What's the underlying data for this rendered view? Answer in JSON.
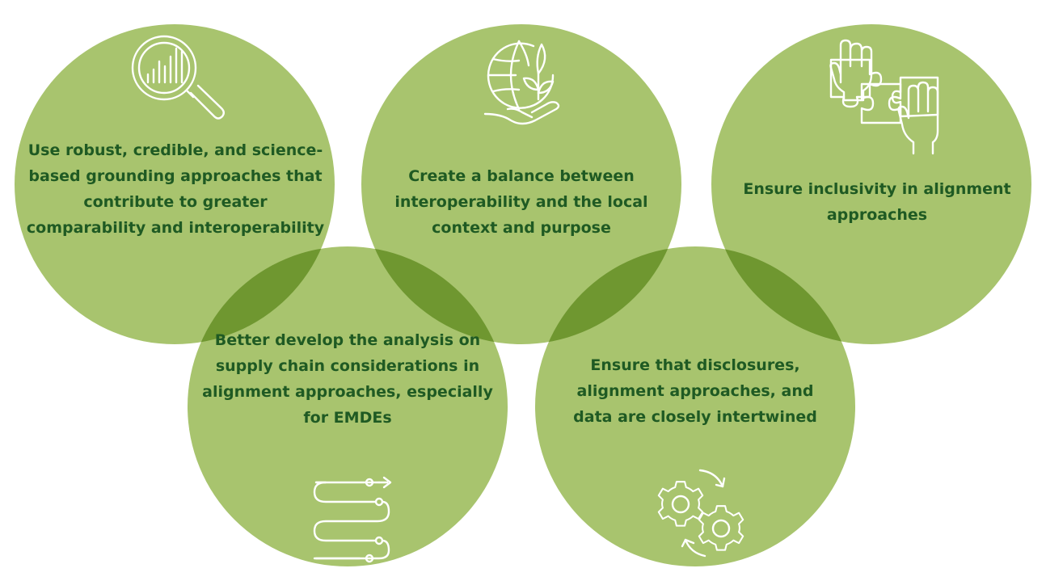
{
  "colors": {
    "circle_fill": "#a8c46e",
    "text": "#1f5a23",
    "icon_stroke": "#ffffff"
  },
  "circles": [
    {
      "id": "grounding",
      "text": "Use robust, credible, and science-based grounding approaches that contribute to greater comparability and interoperability",
      "icon": "magnifier-chart-icon"
    },
    {
      "id": "balance",
      "text": "Create a balance between interoperability and the local context and purpose",
      "icon": "globe-leaf-hand-icon"
    },
    {
      "id": "inclusivity",
      "text": "Ensure inclusivity in alignment approaches",
      "icon": "hands-puzzle-icon"
    },
    {
      "id": "supply-chain",
      "text": "Better develop the analysis on supply chain considerations in alignment approaches, especially for EMDEs",
      "icon": "winding-path-icon"
    },
    {
      "id": "intertwined",
      "text": "Ensure that disclosures, alignment approaches, and data are closely intertwined",
      "icon": "gears-cycle-icon"
    }
  ]
}
